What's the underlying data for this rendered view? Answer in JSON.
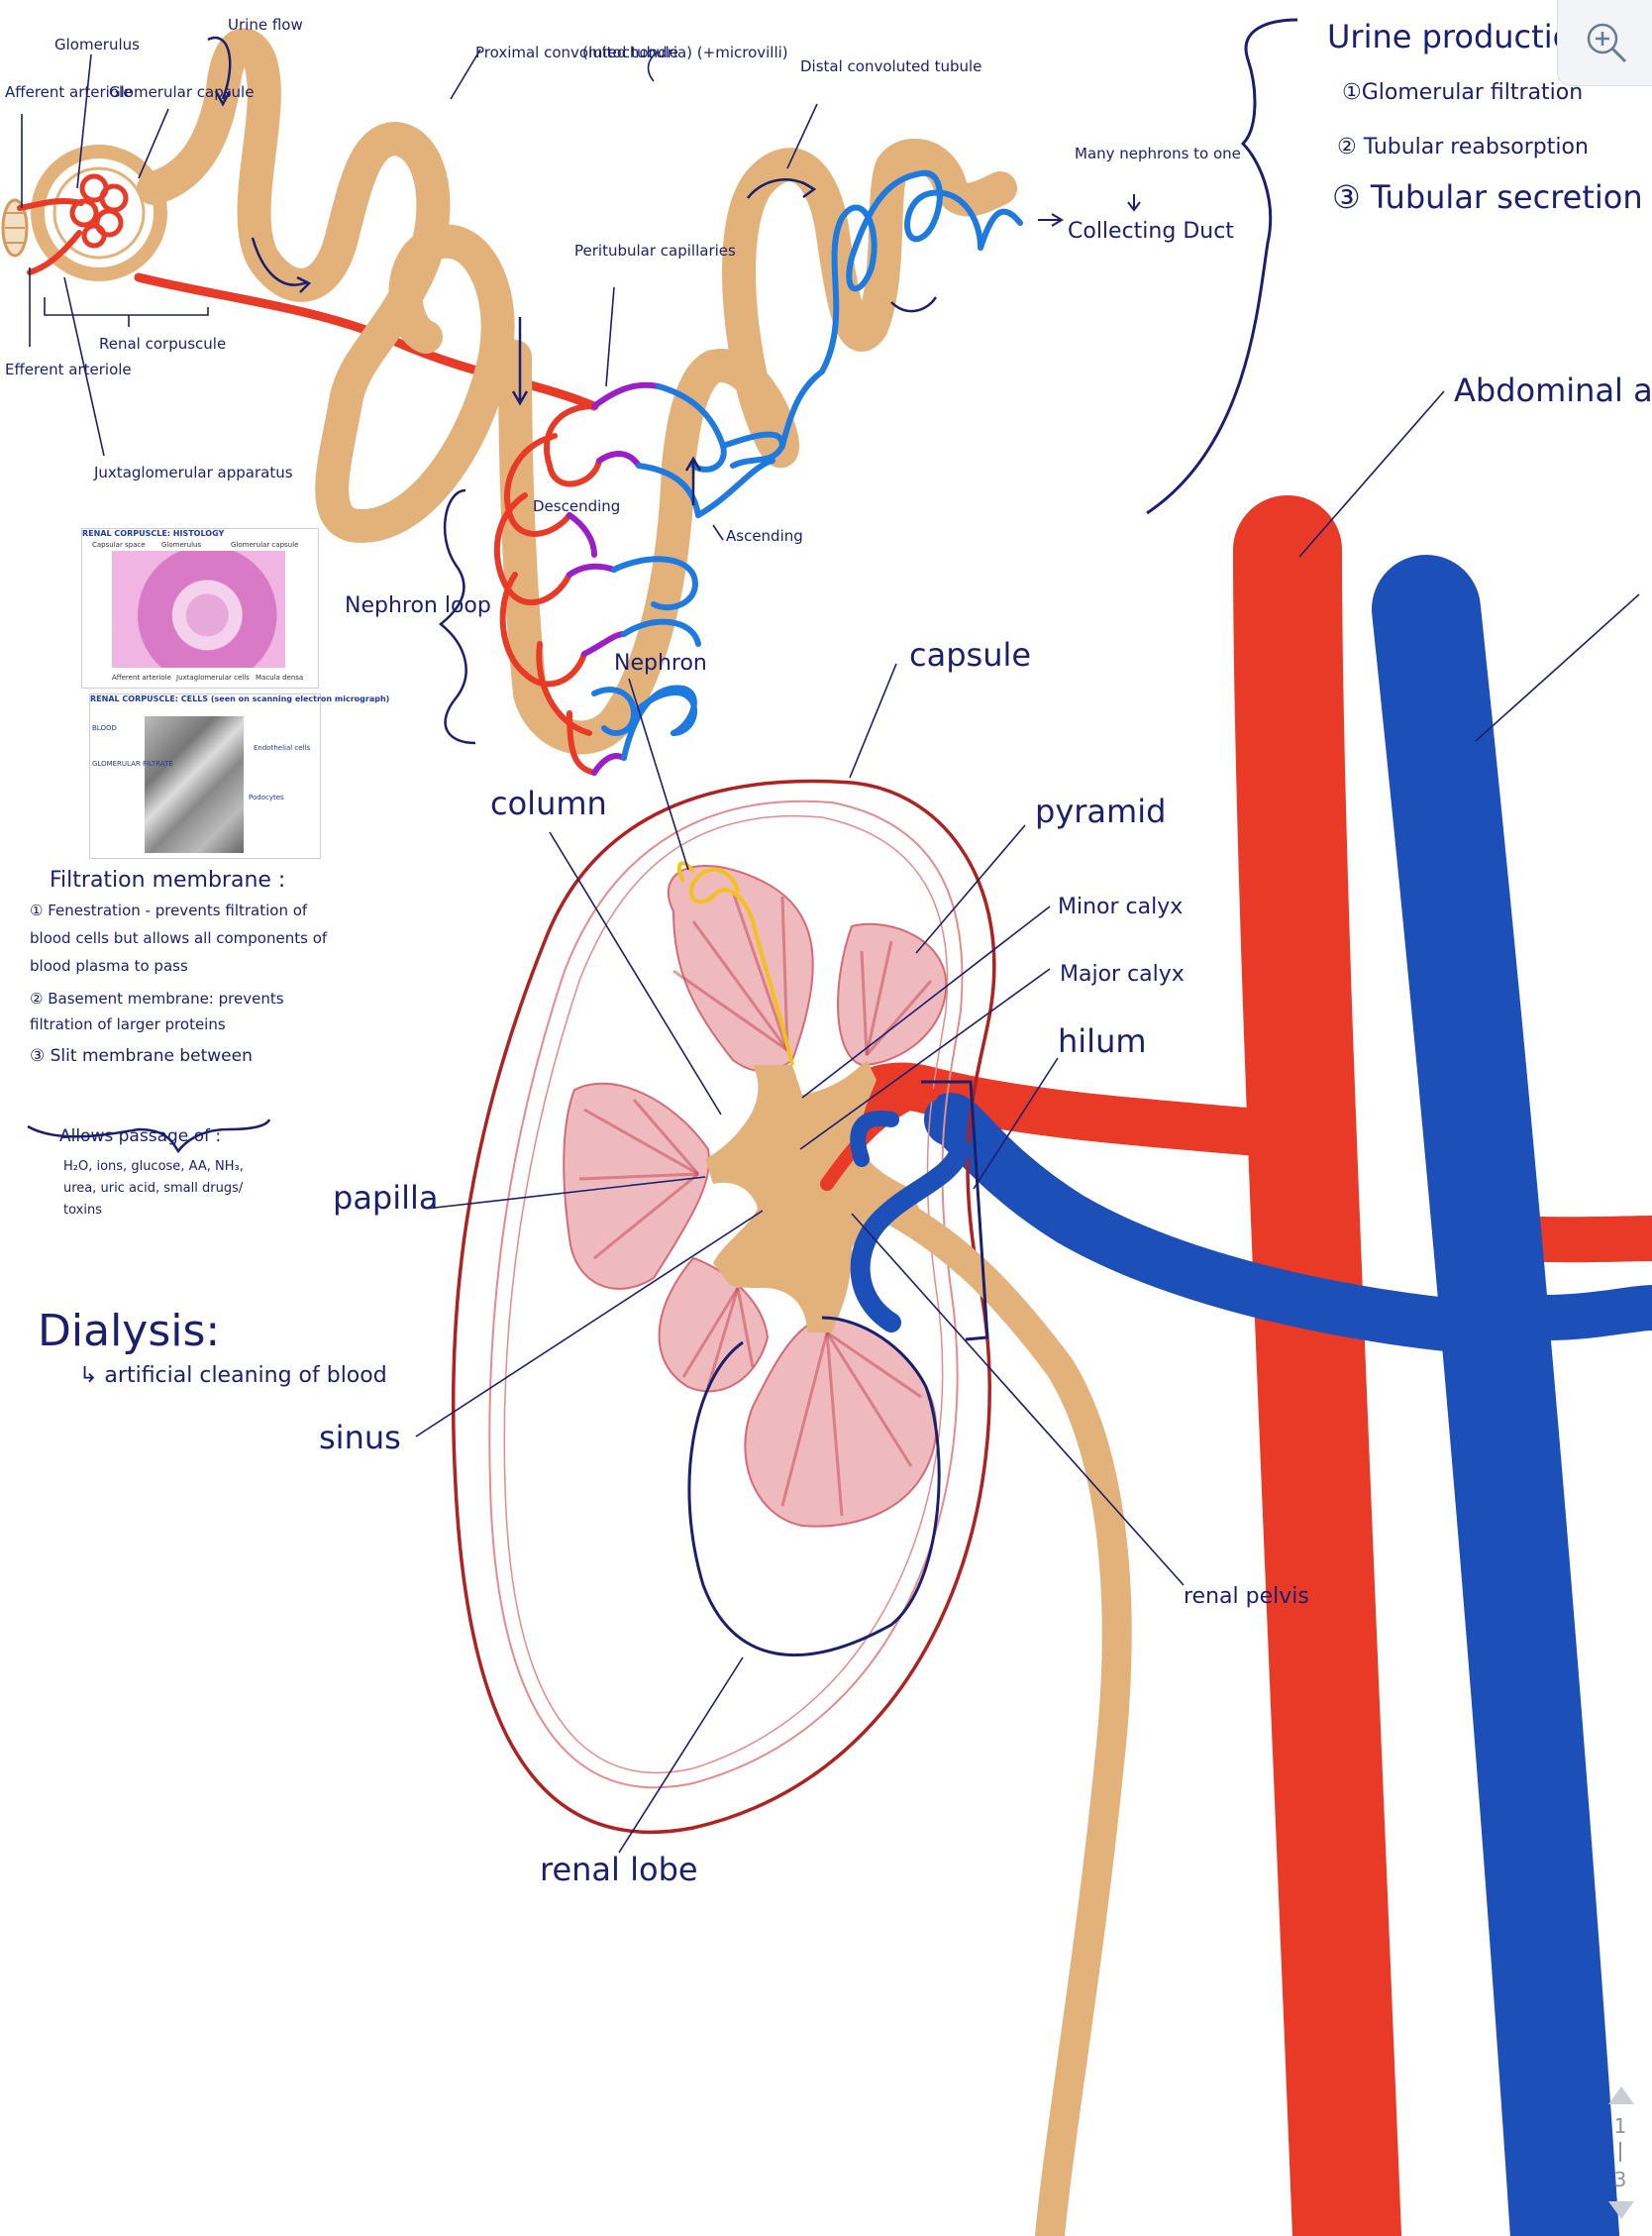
{
  "labels": {
    "glomerulus": "Glomerulus",
    "urine_flow": "Urine flow",
    "afferent": "Afferent arteriole",
    "glomerular_capsule": "Glomerular capsule",
    "proximal": "Proximal convoluted tubule",
    "mito": "(mitochondria) (+microvilli)",
    "distal": "Distal convoluted tubule",
    "many_nephrons": "Many nephrons to one",
    "collecting_duct": "Collecting Duct",
    "peritubular": "Peritubular capillaries",
    "efferent": "Efferent arteriole",
    "renal_corpuscle": "Renal corpuscule",
    "juxtaglomerular": "Juxtaglomerular apparatus",
    "descending": "Descending",
    "ascending": "Ascending",
    "nephron_loop": "Nephron loop",
    "nephron": "Nephron",
    "capsule": "capsule",
    "column": "column",
    "pyramid": "pyramid",
    "minor_calyx": "Minor calyx",
    "major_calyx": "Major calyx",
    "hilum": "hilum",
    "papilla": "papilla",
    "sinus": "sinus",
    "renal_pelvis": "renal pelvis",
    "renal_lobe": "renal lobe",
    "abdominal_aorta": "Abdominal aorta"
  },
  "urine_production": {
    "title": "Urine production",
    "steps": [
      "①Glomerular filtration",
      "② Tubular reabsorption",
      "③ Tubular secretion"
    ]
  },
  "filtration": {
    "title": "Filtration membrane :",
    "items": [
      "① Fenestration - prevents filtration of blood cells but allows all components of blood plasma to pass",
      "② Basement membrane: prevents filtration of larger proteins",
      "③ Slit membrane between"
    ],
    "allows_title": "Allows passage of :",
    "allows_list": "H₂O, ions, glucose, AA, NH₃, urea, uric acid, small drugs/ toxins"
  },
  "dialysis": {
    "title": "Dialysis:",
    "text": "↳ artificial cleaning of blood"
  },
  "thumbnails": {
    "histology_title": "RENAL CORPUSCLE: HISTOLOGY",
    "histology_labels": [
      "Capsular space",
      "Glomerulus",
      "Glomerular capsule",
      "Afferent arteriole",
      "Juxtaglomerular cells",
      "Macula densa"
    ],
    "sem_title": "RENAL CORPUSCLE: CELLS (seen on scanning electron micrograph)",
    "sem_labels": [
      "BLOOD",
      "GLOMERULAR FILTRATE",
      "Endothelial cells",
      "Podocytes"
    ]
  },
  "toolbar": {
    "zoom_icon": "zoom-in-icon",
    "page_current": "1",
    "page_total": "3"
  },
  "colors": {
    "tubule": "#e3b27b",
    "artery": "#e83a27",
    "vein": "#1d4fb8",
    "capillary": "#9a1fc8",
    "ink": "#1a1f6e",
    "pyramid": "#e8a3a8",
    "capsule_outline": "#b02121"
  }
}
